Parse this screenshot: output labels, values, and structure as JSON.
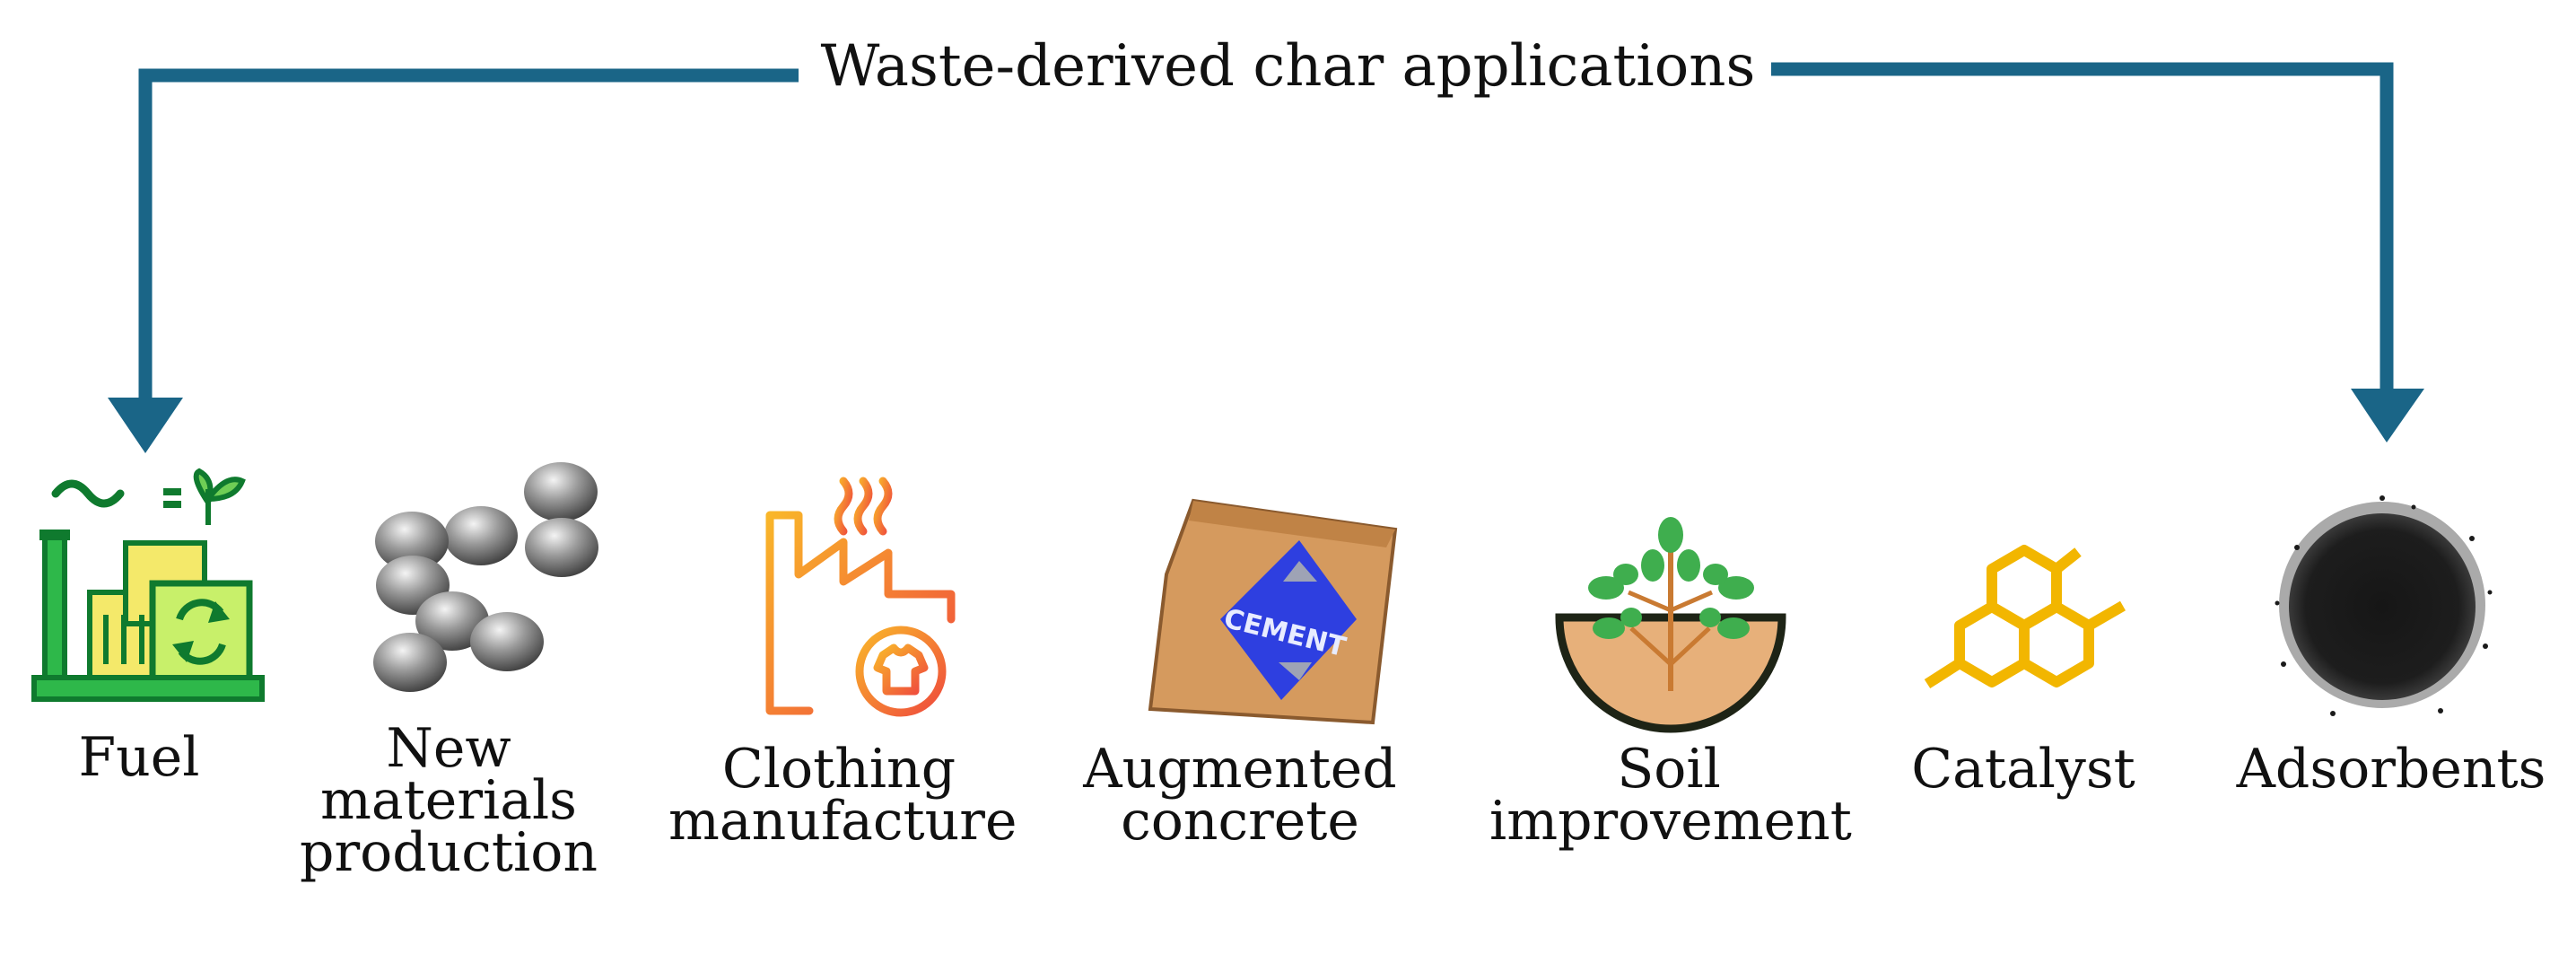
{
  "title": "Waste-derived char applications",
  "colors": {
    "arrow": "#1a6587",
    "fuel_green": "#2eb84a",
    "fuel_dark": "#0f7a2e",
    "fuel_light": "#c8f06a",
    "fuel_yellow": "#f4e96a",
    "sphere": "#7a7a7a",
    "clothing_start": "#f9b62a",
    "clothing_end": "#ef4a3d",
    "cement_bag": "#d59a5e",
    "cement_label": "#2e3fe0",
    "soil": "#e7b07a",
    "plant": "#3fae4e",
    "catalyst": "#f2b600",
    "adsorbent": "#1b1b1b"
  },
  "items": [
    {
      "icon": "factory-recycle-icon",
      "label": [
        "Fuel"
      ]
    },
    {
      "icon": "gray-spheres-icon",
      "label": [
        "New",
        "materials",
        "production"
      ]
    },
    {
      "icon": "clothing-factory-icon",
      "label": [
        "Clothing",
        "manufacture"
      ]
    },
    {
      "icon": "cement-bag-icon",
      "label": [
        "Augmented",
        "concrete"
      ],
      "bag_text": "CEMENT"
    },
    {
      "icon": "plant-in-soil-icon",
      "label": [
        "Soil",
        "improvement"
      ]
    },
    {
      "icon": "hexagon-molecule-icon",
      "label": [
        "Catalyst"
      ]
    },
    {
      "icon": "charcoal-powder-icon",
      "label": [
        "Adsorbents"
      ]
    }
  ]
}
